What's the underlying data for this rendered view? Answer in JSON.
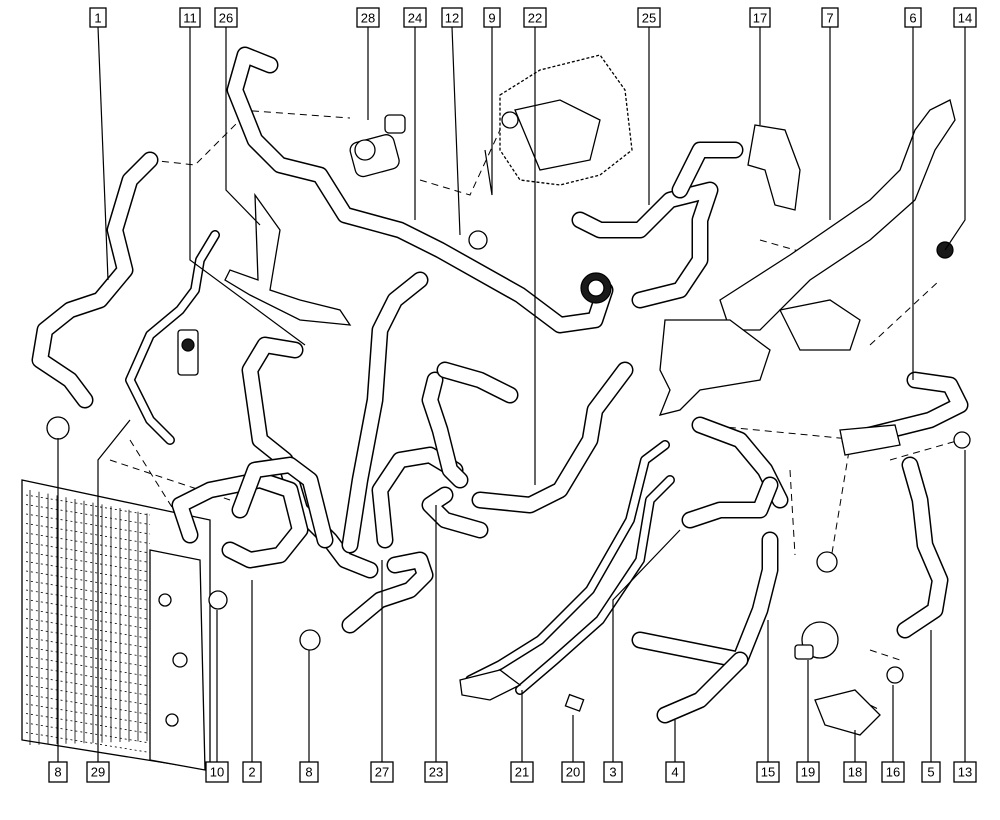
{
  "callouts": {
    "top": [
      "1",
      "11",
      "26",
      "28",
      "24",
      "12",
      "9",
      "22",
      "25",
      "17",
      "7",
      "6",
      "14"
    ],
    "bottom": [
      "8",
      "29",
      "10",
      "2",
      "8",
      "27",
      "23",
      "21",
      "20",
      "3",
      "4",
      "15",
      "19",
      "18",
      "16",
      "5",
      "13"
    ]
  }
}
